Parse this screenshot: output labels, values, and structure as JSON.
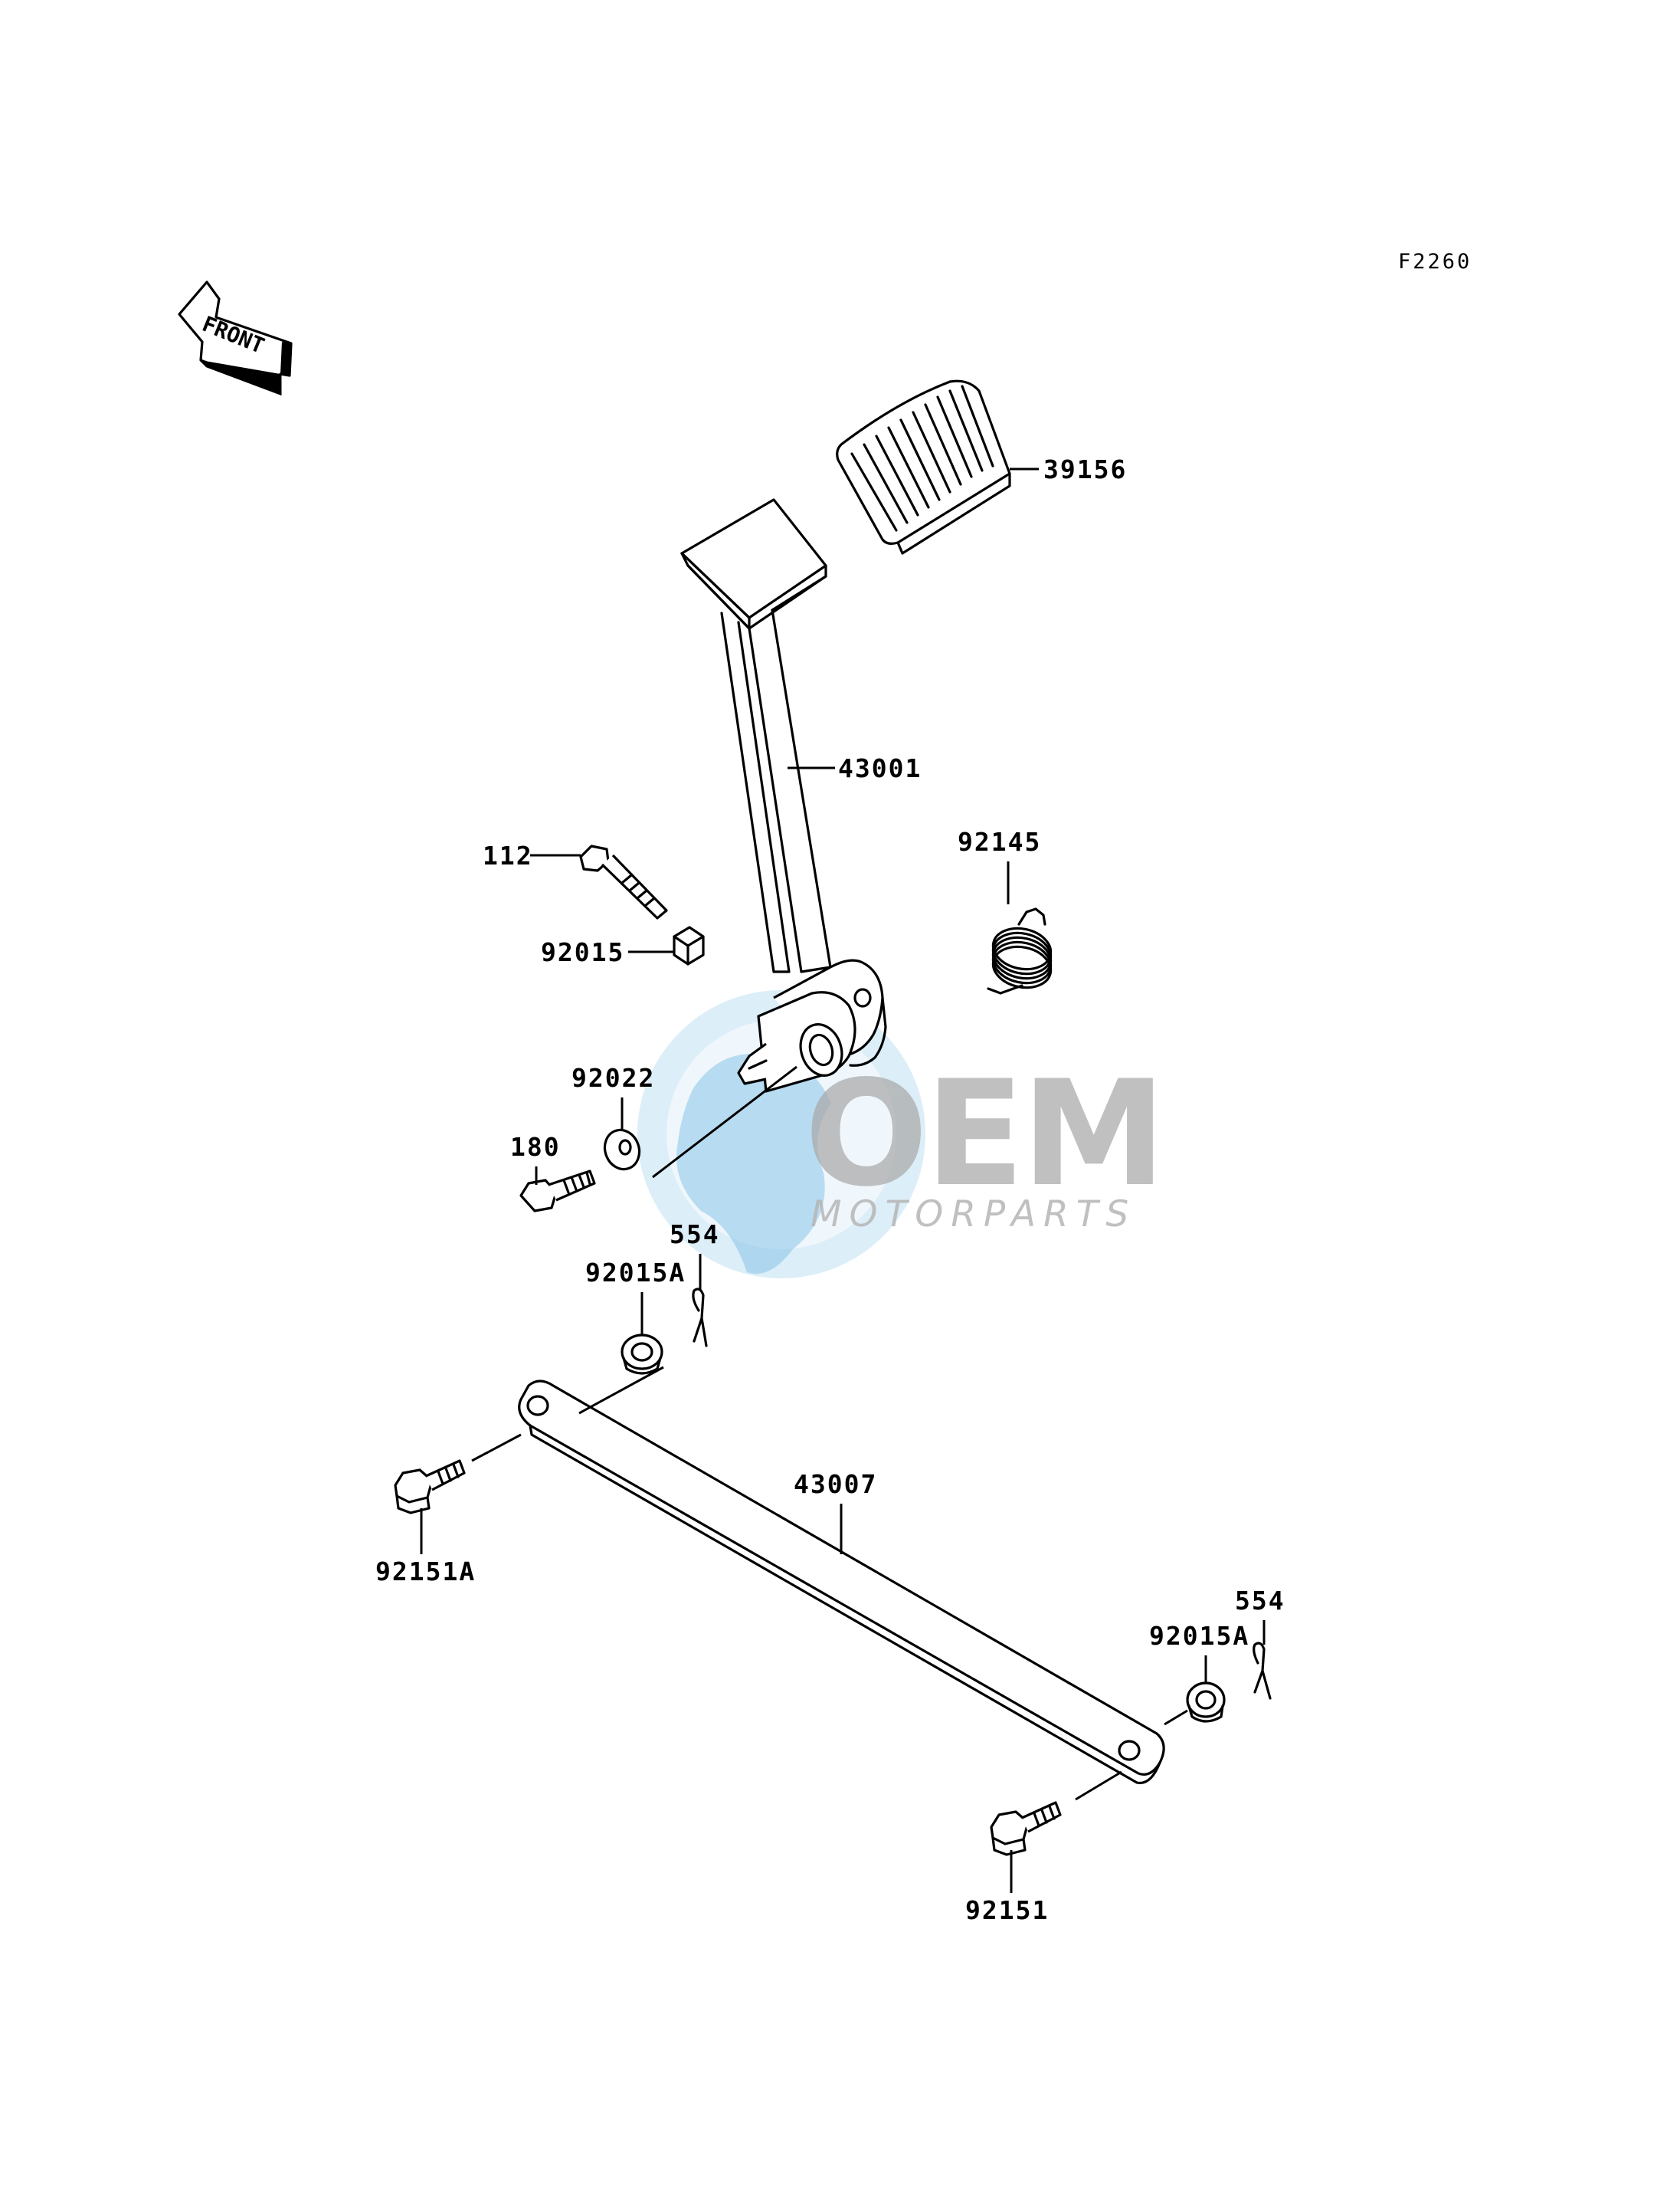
{
  "figure_code": "F2260",
  "front_label": "FRONT",
  "watermark": {
    "brand": "OEM",
    "tagline": "MOTORPARTS"
  },
  "parts": {
    "pad": "39156",
    "pedal": "43001",
    "spring": "92145",
    "bolt_112": "112",
    "collar_92015": "92015",
    "washer_92022": "92022",
    "bolt_180": "180",
    "cotter_upper": "554",
    "collar_upper": "92015A",
    "rod": "43007",
    "bolt_left": "92151A",
    "cotter_lower": "554",
    "collar_lower": "92015A",
    "bolt_right": "92151"
  }
}
